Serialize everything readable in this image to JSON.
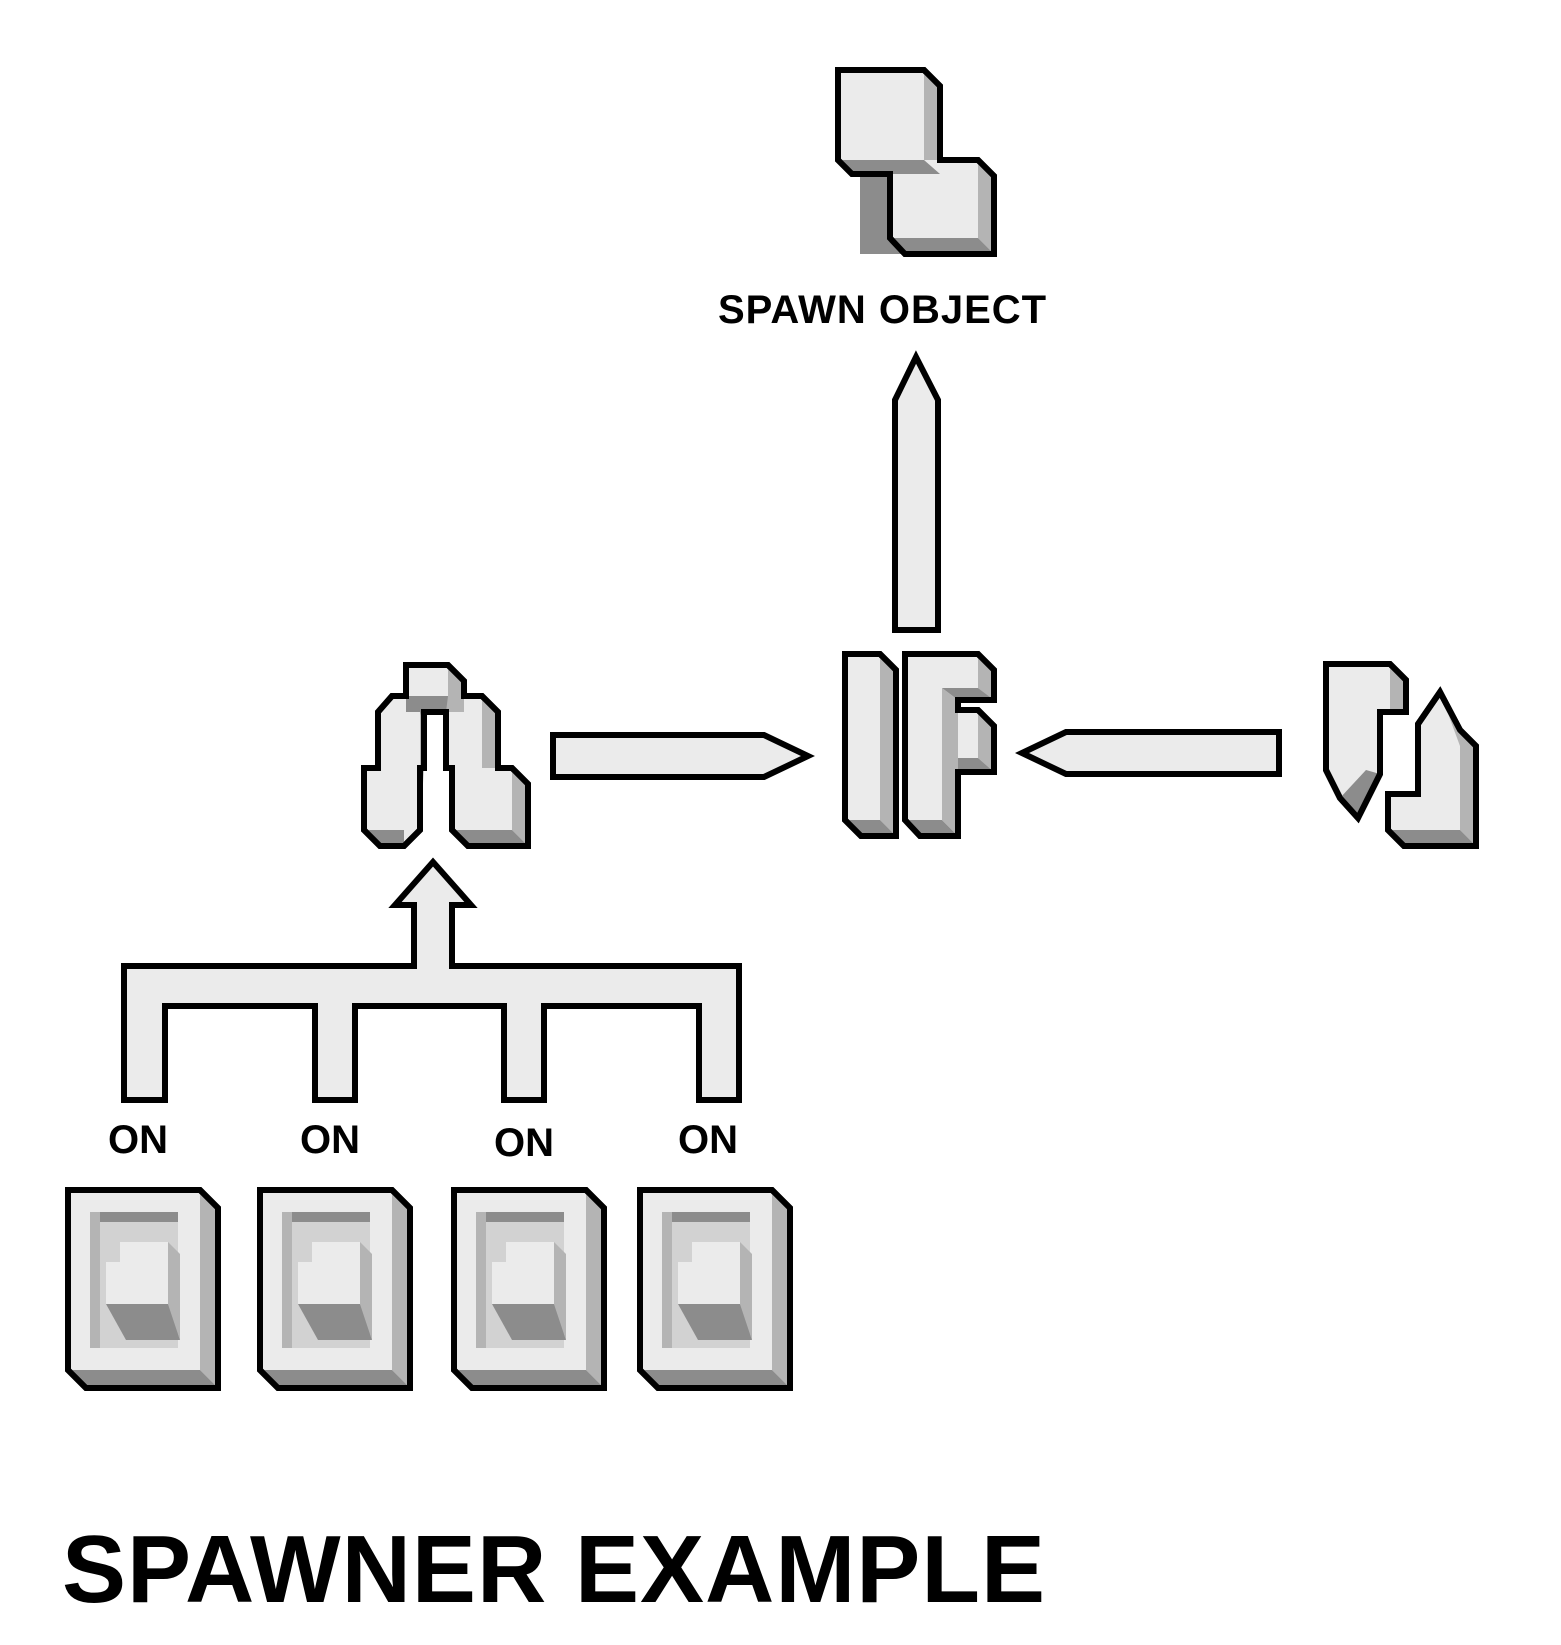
{
  "labels": {
    "spawn_object": "SPAWN OBJECT",
    "switches": [
      "ON",
      "ON",
      "ON",
      "ON"
    ],
    "title": "SPAWNER EXAMPLE"
  },
  "colors": {
    "face": "#ebebeb",
    "side": "#b4b4b4",
    "shadow": "#8c8c8c",
    "outline": "#000000"
  },
  "icons": [
    "spawn-object-icon",
    "and-gate-icon",
    "if-gate-icon",
    "timer-icon",
    "switch-icon"
  ]
}
